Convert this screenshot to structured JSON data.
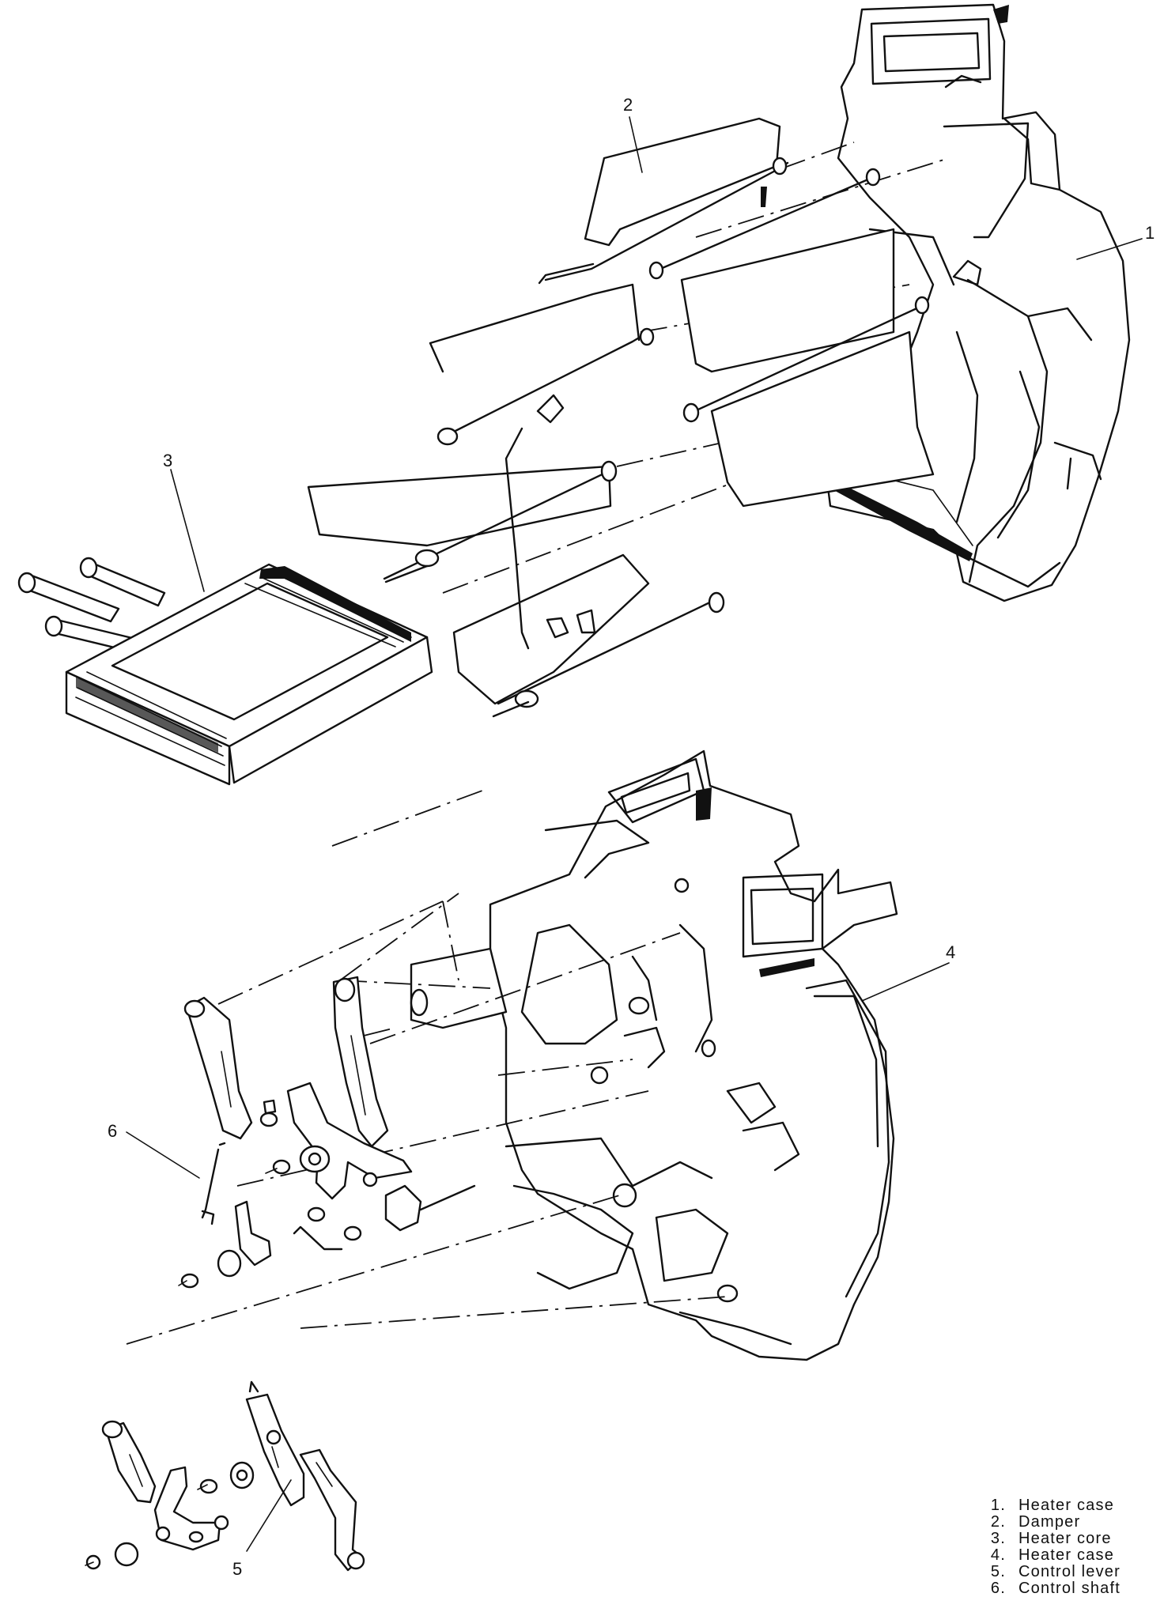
{
  "callouts": [
    {
      "number": "1"
    },
    {
      "number": "2"
    },
    {
      "number": "3"
    },
    {
      "number": "4"
    },
    {
      "number": "5"
    },
    {
      "number": "6"
    }
  ],
  "legend": [
    {
      "number": "1.",
      "label": "Heater case"
    },
    {
      "number": "2.",
      "label": "Damper"
    },
    {
      "number": "3.",
      "label": "Heater core"
    },
    {
      "number": "4.",
      "label": "Heater case"
    },
    {
      "number": "5.",
      "label": "Control lever"
    },
    {
      "number": "6.",
      "label": "Control shaft"
    }
  ]
}
